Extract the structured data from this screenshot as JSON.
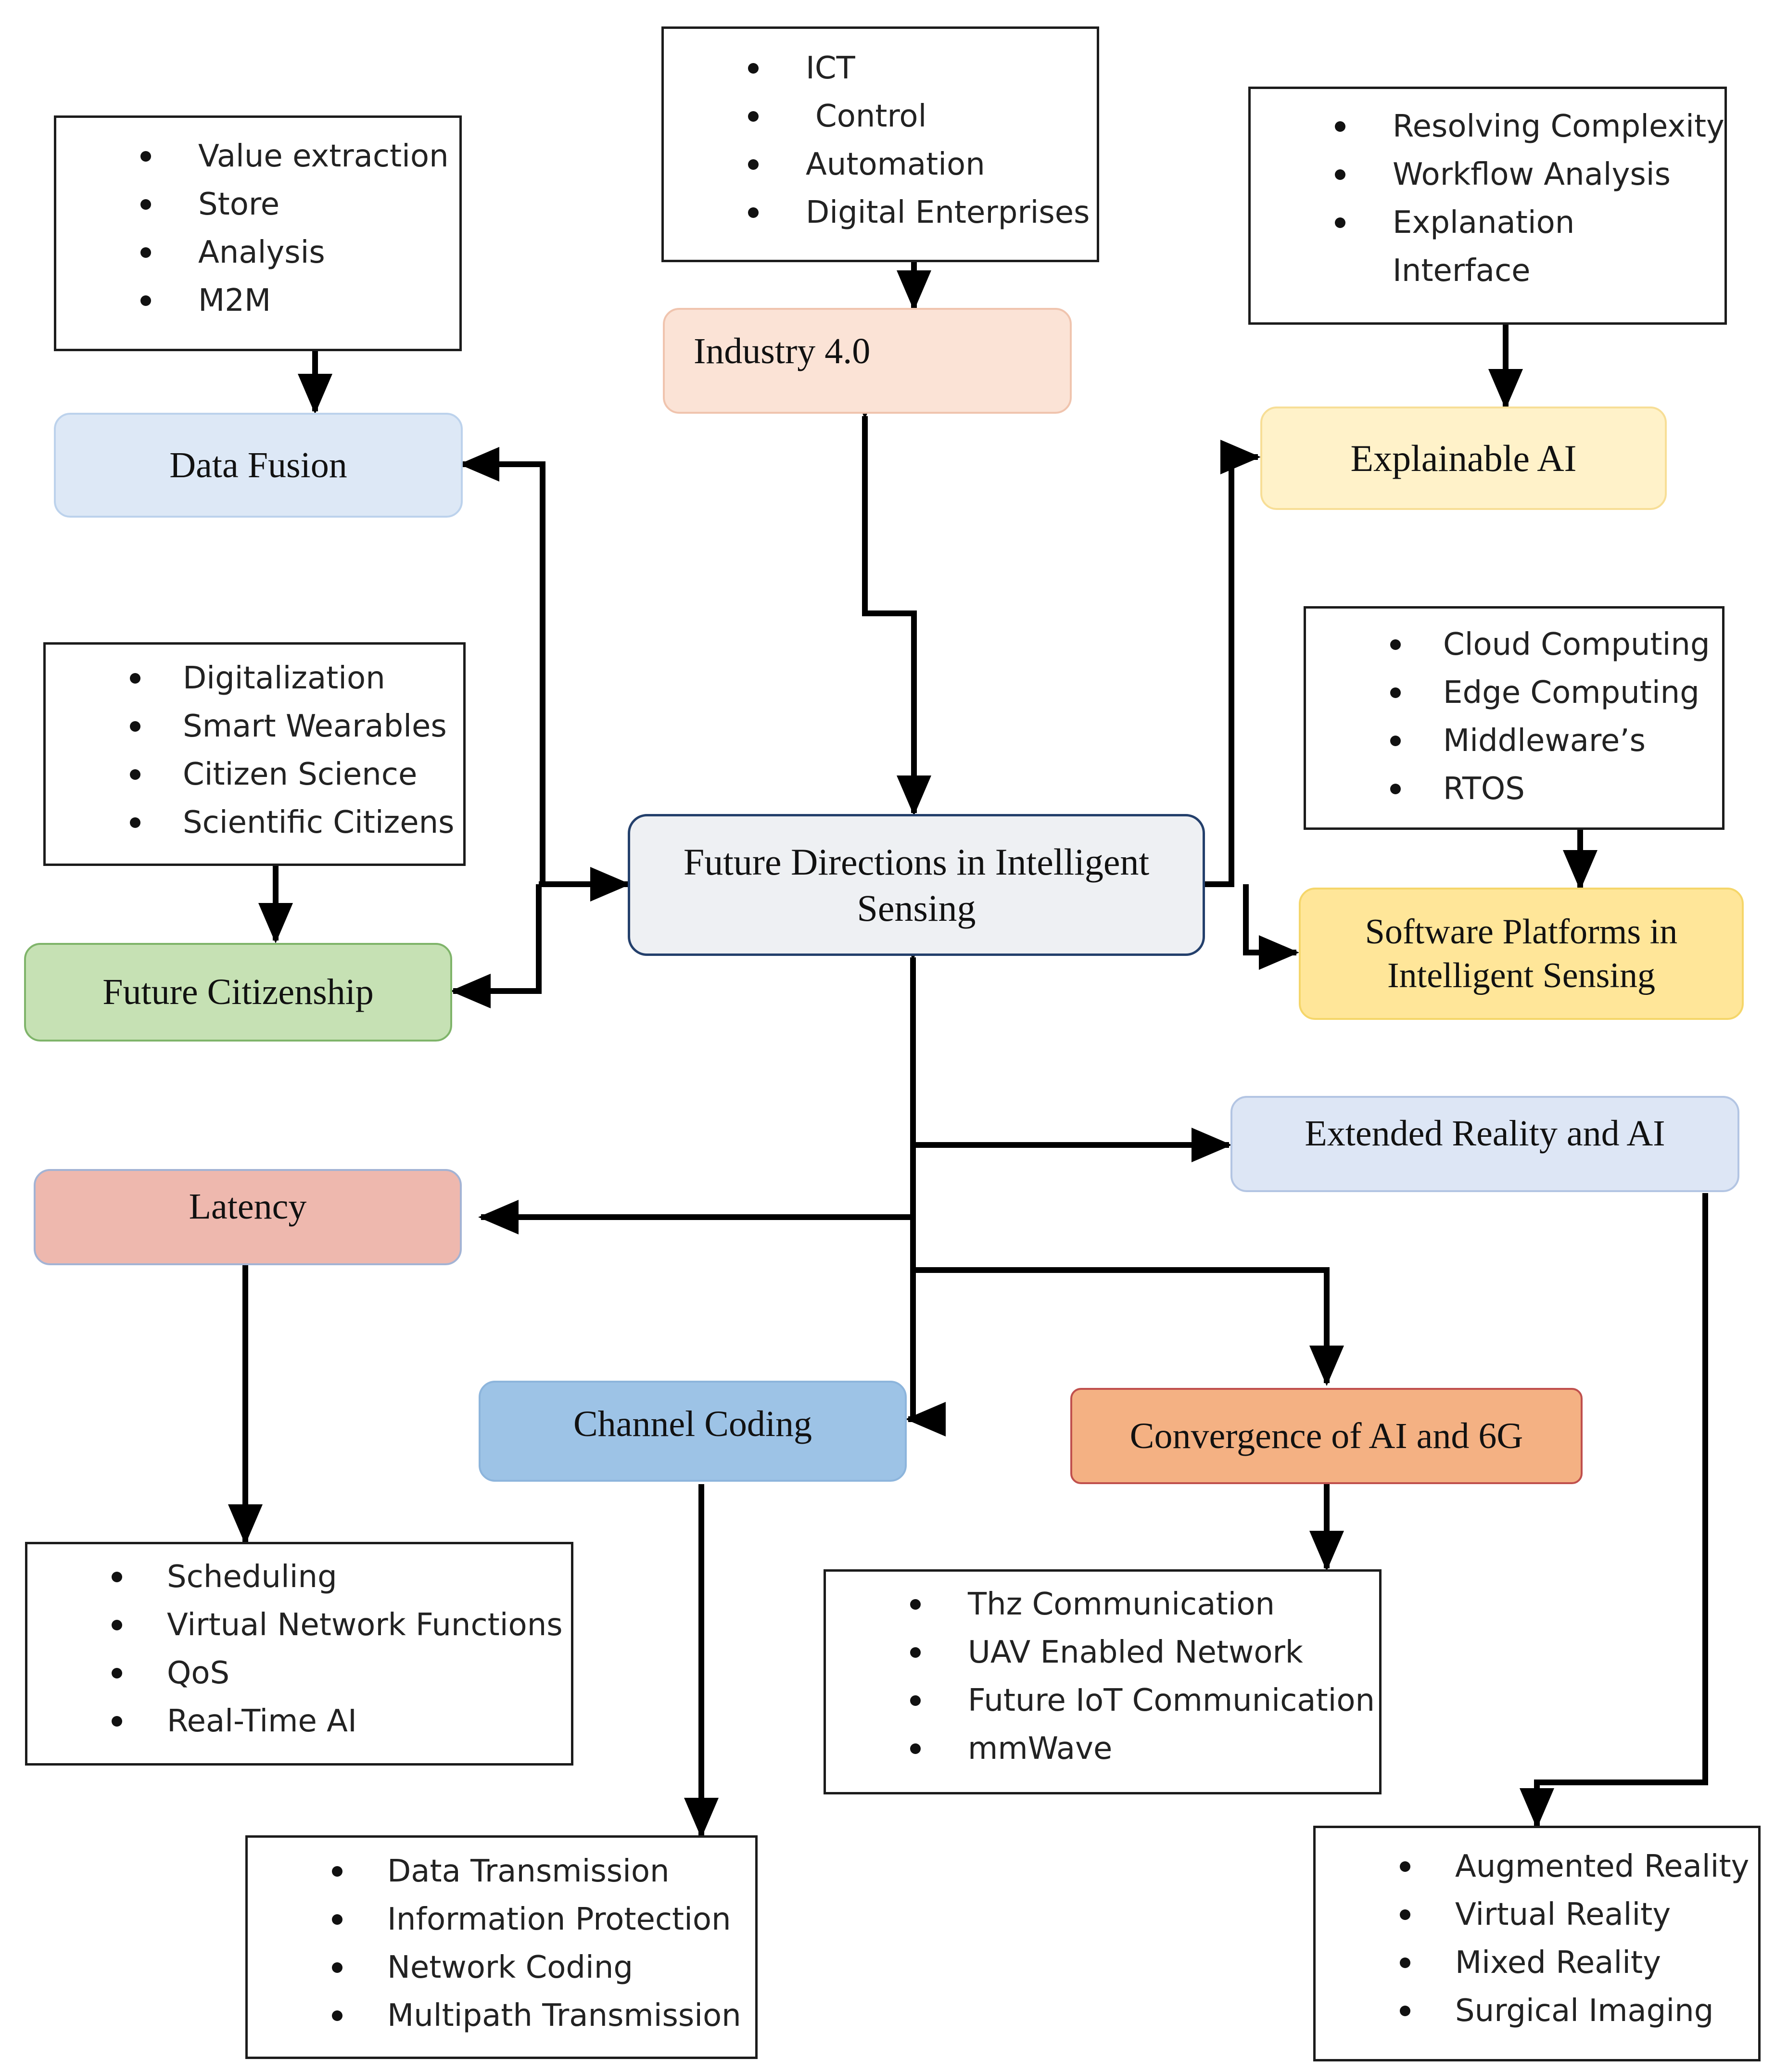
{
  "colors": {
    "line": "#000000",
    "industry": "#fbe3d6",
    "explainable": "#fff2c9",
    "software": "#ffe699",
    "data_fusion": "#dde8f6",
    "future_citizenship": "#c6e1b4",
    "central": "#eef0f3",
    "extended_reality": "#dde6f5",
    "latency": "#eeb8ae",
    "channel_coding": "#9dc3e6",
    "convergence": "#f4b183"
  },
  "central": {
    "label": "Future Directions in Intelligent Sensing"
  },
  "nodes": {
    "industry": {
      "label": "Industry 4.0"
    },
    "explainable_ai": {
      "label": "Explainable AI"
    },
    "software_platforms": {
      "label": "Software Platforms in Intelligent Sensing"
    },
    "data_fusion": {
      "label": "Data Fusion"
    },
    "future_citizenship": {
      "label": "Future Citizenship"
    },
    "extended_reality": {
      "label": "Extended Reality and AI"
    },
    "latency": {
      "label": "Latency"
    },
    "channel_coding": {
      "label": "Channel Coding"
    },
    "convergence": {
      "label": "Convergence of AI and 6G"
    }
  },
  "lists": {
    "industry": {
      "items": [
        "ICT",
        "Control",
        "Automation",
        "Digital Enterprises"
      ]
    },
    "explainable_ai": {
      "items": [
        "Resolving Complexity",
        "Workflow Analysis",
        "Explanation",
        "Interface"
      ]
    },
    "software_platforms": {
      "items": [
        "Cloud Computing",
        "Edge Computing",
        "Middleware’s",
        "RTOS"
      ]
    },
    "data_fusion": {
      "items": [
        "Value extraction",
        "Store",
        "Analysis",
        "M2M"
      ]
    },
    "future_citizenship": {
      "items": [
        "Digitalization",
        "Smart Wearables",
        "Citizen Science",
        "Scientific Citizens"
      ]
    },
    "extended_reality": {
      "items": [
        "Augmented Reality",
        "Virtual Reality",
        "Mixed Reality",
        "Surgical Imaging"
      ]
    },
    "latency": {
      "items": [
        "Scheduling",
        "Virtual Network Functions",
        "QoS",
        "Real-Time AI"
      ]
    },
    "channel_coding": {
      "items": [
        "Data Transmission",
        "Information Protection",
        "Network Coding",
        "Multipath Transmission"
      ]
    },
    "convergence": {
      "items": [
        "Thz Communication",
        "UAV Enabled Network",
        "Future IoT Communication",
        "mmWave"
      ]
    }
  }
}
